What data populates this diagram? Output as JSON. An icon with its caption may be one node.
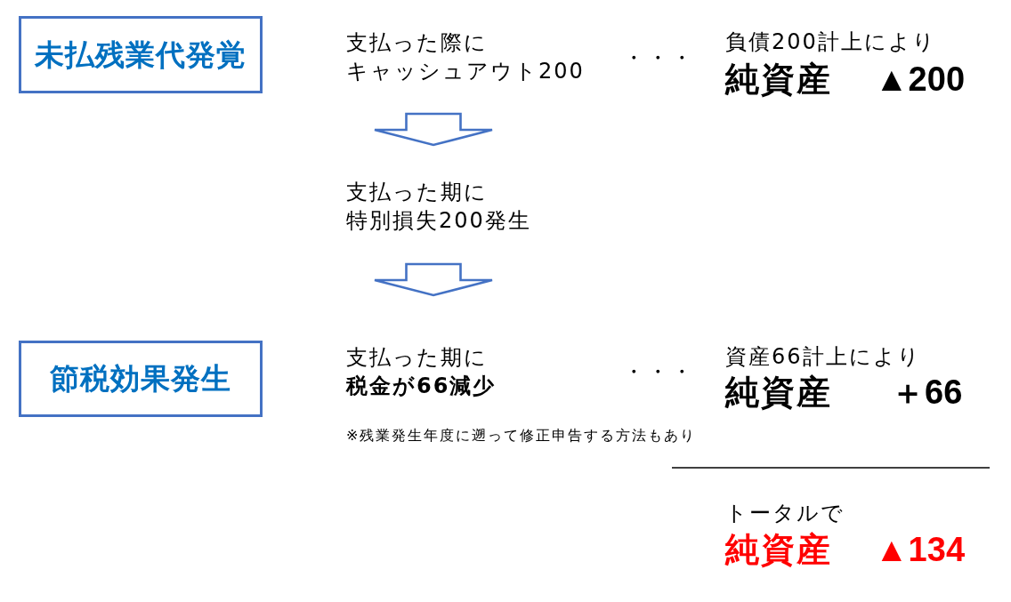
{
  "diagram": {
    "nodes": [
      {
        "text": [
          "未払残業代発覚"
        ]
      },
      {
        "text": [
          "支払った際に",
          "キャッシュアウト200"
        ]
      },
      {
        "text": [
          "支払った期に",
          "特別損失200発生"
        ]
      },
      {
        "text": [
          "節税効果発生"
        ]
      },
      {
        "text": [
          "支払った期に",
          "税金が66減少"
        ]
      }
    ],
    "edges": [
      {
        "from": 1,
        "to": 2,
        "arrow": "to"
      },
      {
        "from": 2,
        "to": 4,
        "arrow": "to"
      }
    ],
    "labels": [
      "・・・",
      "負債200計上により",
      "純資産",
      "▲200",
      "・・・",
      "資産66計上により",
      "純資産",
      "＋66",
      "※残業発生年度に遡って修正申告する方法もあり",
      "トータルで",
      "純資産",
      "▲134"
    ]
  }
}
